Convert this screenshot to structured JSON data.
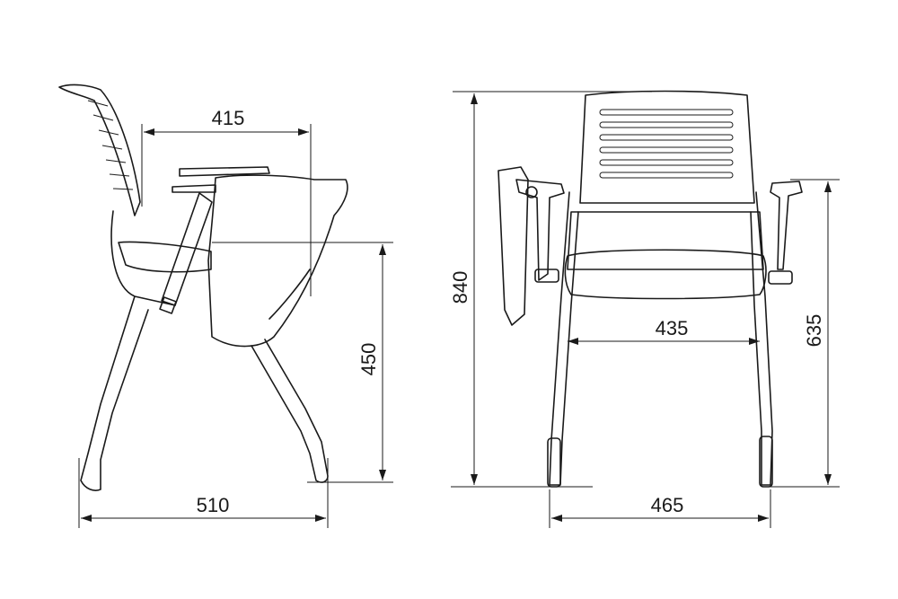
{
  "dimensions": {
    "side_depth": "510",
    "side_seat_to_desk": "415",
    "side_seat_height": "450",
    "front_total_height": "840",
    "front_seat_width": "435",
    "front_armrest_height": "635",
    "front_total_width": "465"
  },
  "colors": {
    "stroke": "#1a1a1a",
    "background": "#ffffff"
  },
  "views": [
    "side-view",
    "front-view"
  ]
}
